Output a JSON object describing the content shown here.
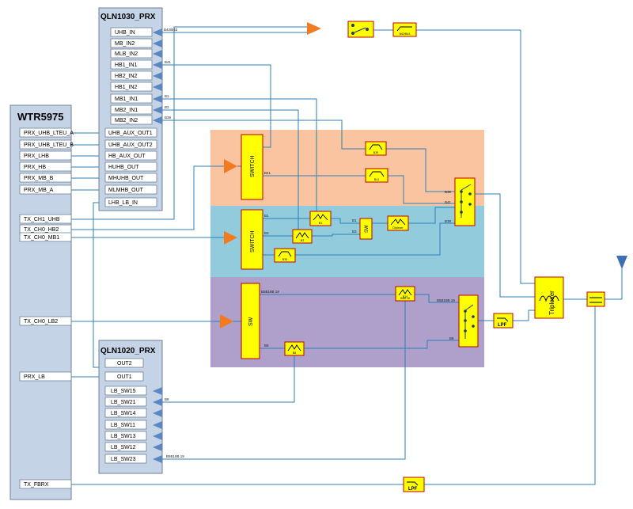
{
  "colors": {
    "block_fill": "#c5d3e6",
    "block_stroke": "#6d7f95",
    "wire": "#2f7fb8",
    "band_high": "#f9c49f",
    "band_mid": "#92cbdc",
    "band_low": "#ae9fcb",
    "component_fill": "#ffff00",
    "component_stroke": "#c00000",
    "amp_fill": "#f47a20",
    "port_arrow": "#5b86c2",
    "antenna": "#3d6fb5"
  },
  "wtr": {
    "title": "WTR5975",
    "ports": [
      "PRX_UHB_LTEU_A",
      "PRX_UHB_LTEU_B",
      "PRX_LHB",
      "PRX_HB",
      "PRX_MB_B",
      "PRX_MB_A",
      "TX_CH1_UHB",
      "TX_CH0_HB2",
      "TX_CH0_MB1",
      "TX_CH0_LB2",
      "PRX_LB",
      "TX_FBRX"
    ]
  },
  "qln1030": {
    "title": "QLN1030_PRX",
    "inputs": [
      "UHB_IN",
      "MB_IN2",
      "MLB_IN2",
      "HB1_IN1",
      "HB2_IN2",
      "HB1_IN2",
      "MB1_IN1",
      "MB2_IN1",
      "MB2_IN2"
    ],
    "outputs": [
      "UHB_AUX_OUT1",
      "UHB_AUX_OUT2",
      "HB_AUX_OUT",
      "HUHB_OUT",
      "MHUHB_OUT",
      "MLMHB_OUT",
      "LHB_LB_IN"
    ]
  },
  "qln1020": {
    "title": "QLN1020_PRX",
    "outputs": [
      "OUT2",
      "OUT1"
    ],
    "inputs": [
      "LB_SW15",
      "LB_SW21",
      "LB_SW14",
      "LB_SW11",
      "LB_SW13",
      "LB_SW12",
      "LB_SW23"
    ]
  },
  "switch_labels": [
    "SWITCH",
    "SWITCH",
    "SW",
    "SW"
  ],
  "wire_labels": {
    "b42_b43": "B42/B43",
    "b41": "B41",
    "b1": "B1",
    "b3": "B3",
    "b39": "B39",
    "b5b18_19": "B5B18B 19",
    "b8": "B8"
  },
  "filter_labels": {
    "top": "B42/B43",
    "b39_top": "B39",
    "b41": "B41",
    "b1": "B1",
    "diplexer": "Diplexer",
    "b3": "B3",
    "b39_mid": "B39",
    "b5_1": "B5B 18",
    "b5_2": "B19",
    "b8": "B8"
  },
  "mux_labels": {
    "upper_1": "B39",
    "upper_2": "B41",
    "upper_3": "B39",
    "lower_1": "B5B18B 19",
    "lower_2": "B8"
  },
  "lpf": "LPF",
  "triplexer": "Triplexer"
}
